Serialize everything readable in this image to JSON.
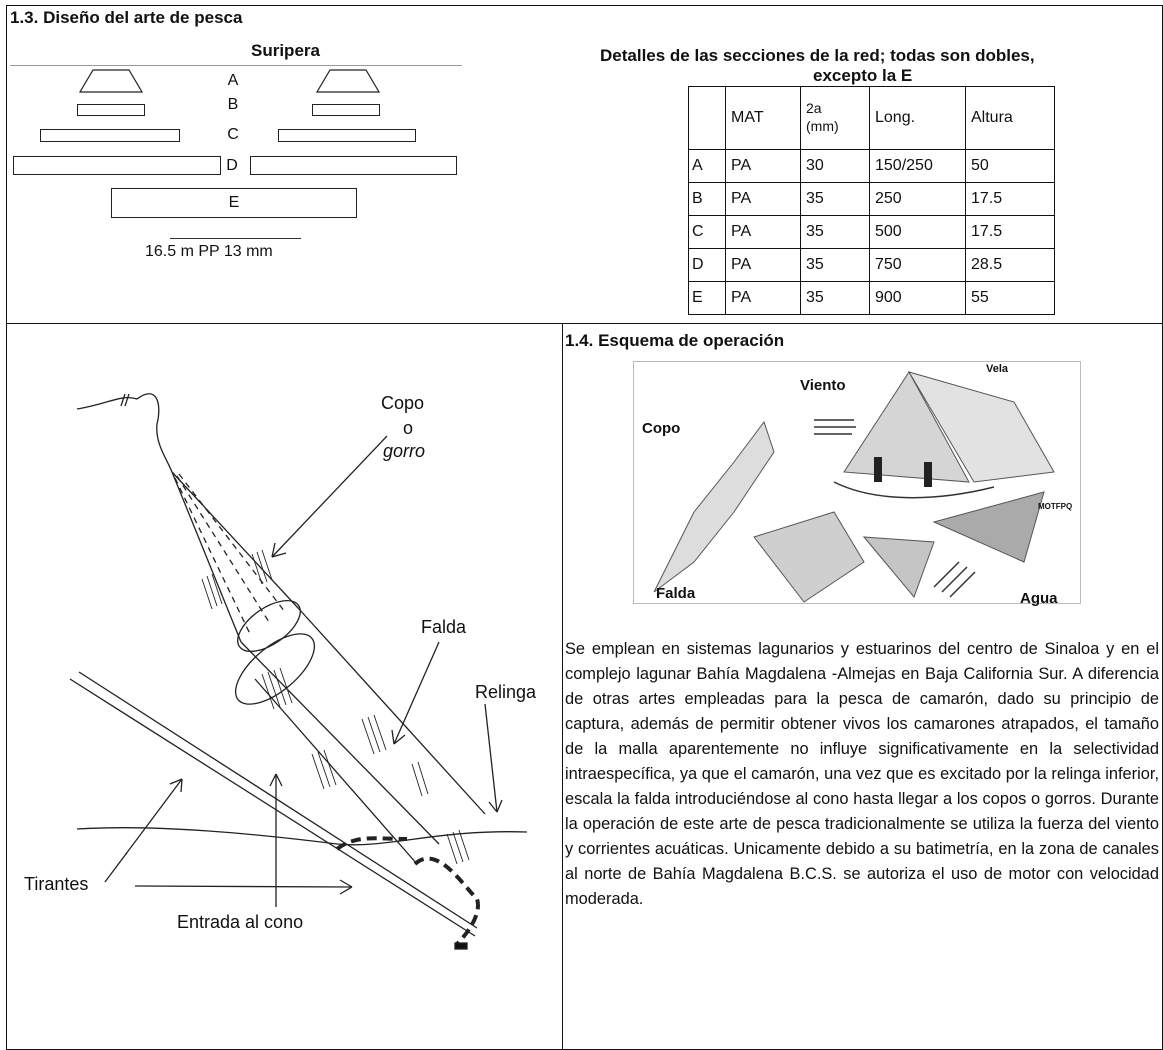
{
  "section13": {
    "title": "1.3. Diseño del arte de pesca",
    "net_title": "Suripera",
    "section_letters": [
      "A",
      "B",
      "C",
      "D",
      "E"
    ],
    "scale_label": "16.5 m PP 13 mm",
    "table_caption_line1": "Detalles de las secciones de la red; todas son dobles,",
    "table_caption_line2": "excepto la E",
    "table": {
      "headers": [
        "",
        "MAT",
        "2a\n(mm)",
        "Long.",
        "Altura"
      ],
      "rows": [
        [
          "A",
          "PA",
          "30",
          "150/250",
          "50"
        ],
        [
          "B",
          "PA",
          "35",
          "250",
          "17.5"
        ],
        [
          "C",
          "PA",
          "35",
          "500",
          "17.5"
        ],
        [
          "D",
          "PA",
          "35",
          "750",
          "28.5"
        ],
        [
          "E",
          "PA",
          "35",
          "900",
          "55"
        ]
      ]
    }
  },
  "diagram": {
    "label_copo": "Copo",
    "label_o": "o",
    "label_gorro": "gorro",
    "label_falda": "Falda",
    "label_relinga": "Relinga",
    "label_tirantes": "Tirantes",
    "label_entrada": "Entrada al cono"
  },
  "section14": {
    "title": "1.4. Esquema de operación",
    "illustration": {
      "viento": "Viento",
      "vela": "Vela",
      "copo": "Copo",
      "falda": "Falda",
      "agua": "Agua",
      "code": "MOTFPQ"
    },
    "paragraph": "Se emplean en sistemas lagunarios y estuarinos del centro de Sinaloa y en el complejo lagunar Bahía Magdalena -Almejas en Baja California Sur. A diferencia de otras artes empleadas para la pesca de camarón, dado su principio de captura, además de permitir obtener vivos los camarones atrapados, el tamaño de la malla aparentemente no influye significativamente en la selectividad intraespecífica, ya que el camarón, una vez que es excitado por la relinga inferior, escala la falda introduciéndose al cono hasta llegar a los copos o gorros. Durante la operación de este arte de pesca tradicionalmente se utiliza la fuerza del viento y corrientes acuáticas. Unicamente debido a su batimetría, en la zona de canales al norte de Bahía Magdalena B.C.S. se autoriza el uso de motor con velocidad moderada."
  }
}
